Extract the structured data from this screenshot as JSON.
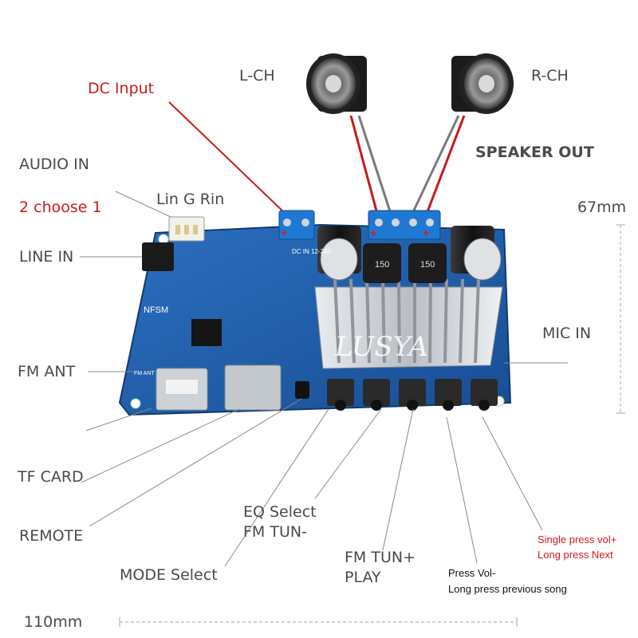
{
  "labels": {
    "l_ch": "L-CH",
    "r_ch": "R-CH",
    "dc_input": "DC Input",
    "speaker_out": "SPEAKER OUT",
    "audio_in": "AUDIO IN",
    "choose": "2 choose 1",
    "lin_g_rin": "Lin G Rin",
    "line_in": "LINE IN",
    "height": "67mm",
    "mic_in": "MIC IN",
    "fm_ant": "FM ANT",
    "tf_card": "TF CARD",
    "remote": "REMOTE",
    "eq_select": "EQ Select",
    "fm_tun_minus": "FM TUN-",
    "mode_select": "MODE Select",
    "fm_tun_plus": "FM TUN+",
    "play": "PLAY",
    "press_vol_minus": "Press Vol-",
    "long_press_prev": "Long press previous song",
    "single_press_vol_plus": "Single press vol+",
    "long_press_next": "Long press Next",
    "width": "110mm"
  },
  "board": {
    "watermark": "LUSYA",
    "silkscreen_nfsm": "NFSM",
    "silkscreen_dc": "DC IN 12-24V",
    "silkscreen_fm": "FM ANT",
    "cap_marking": "150"
  },
  "colors": {
    "accent_red": "#d0181c",
    "label_gray": "#4a4a4a",
    "pcb_blue": "#1f5fae"
  }
}
